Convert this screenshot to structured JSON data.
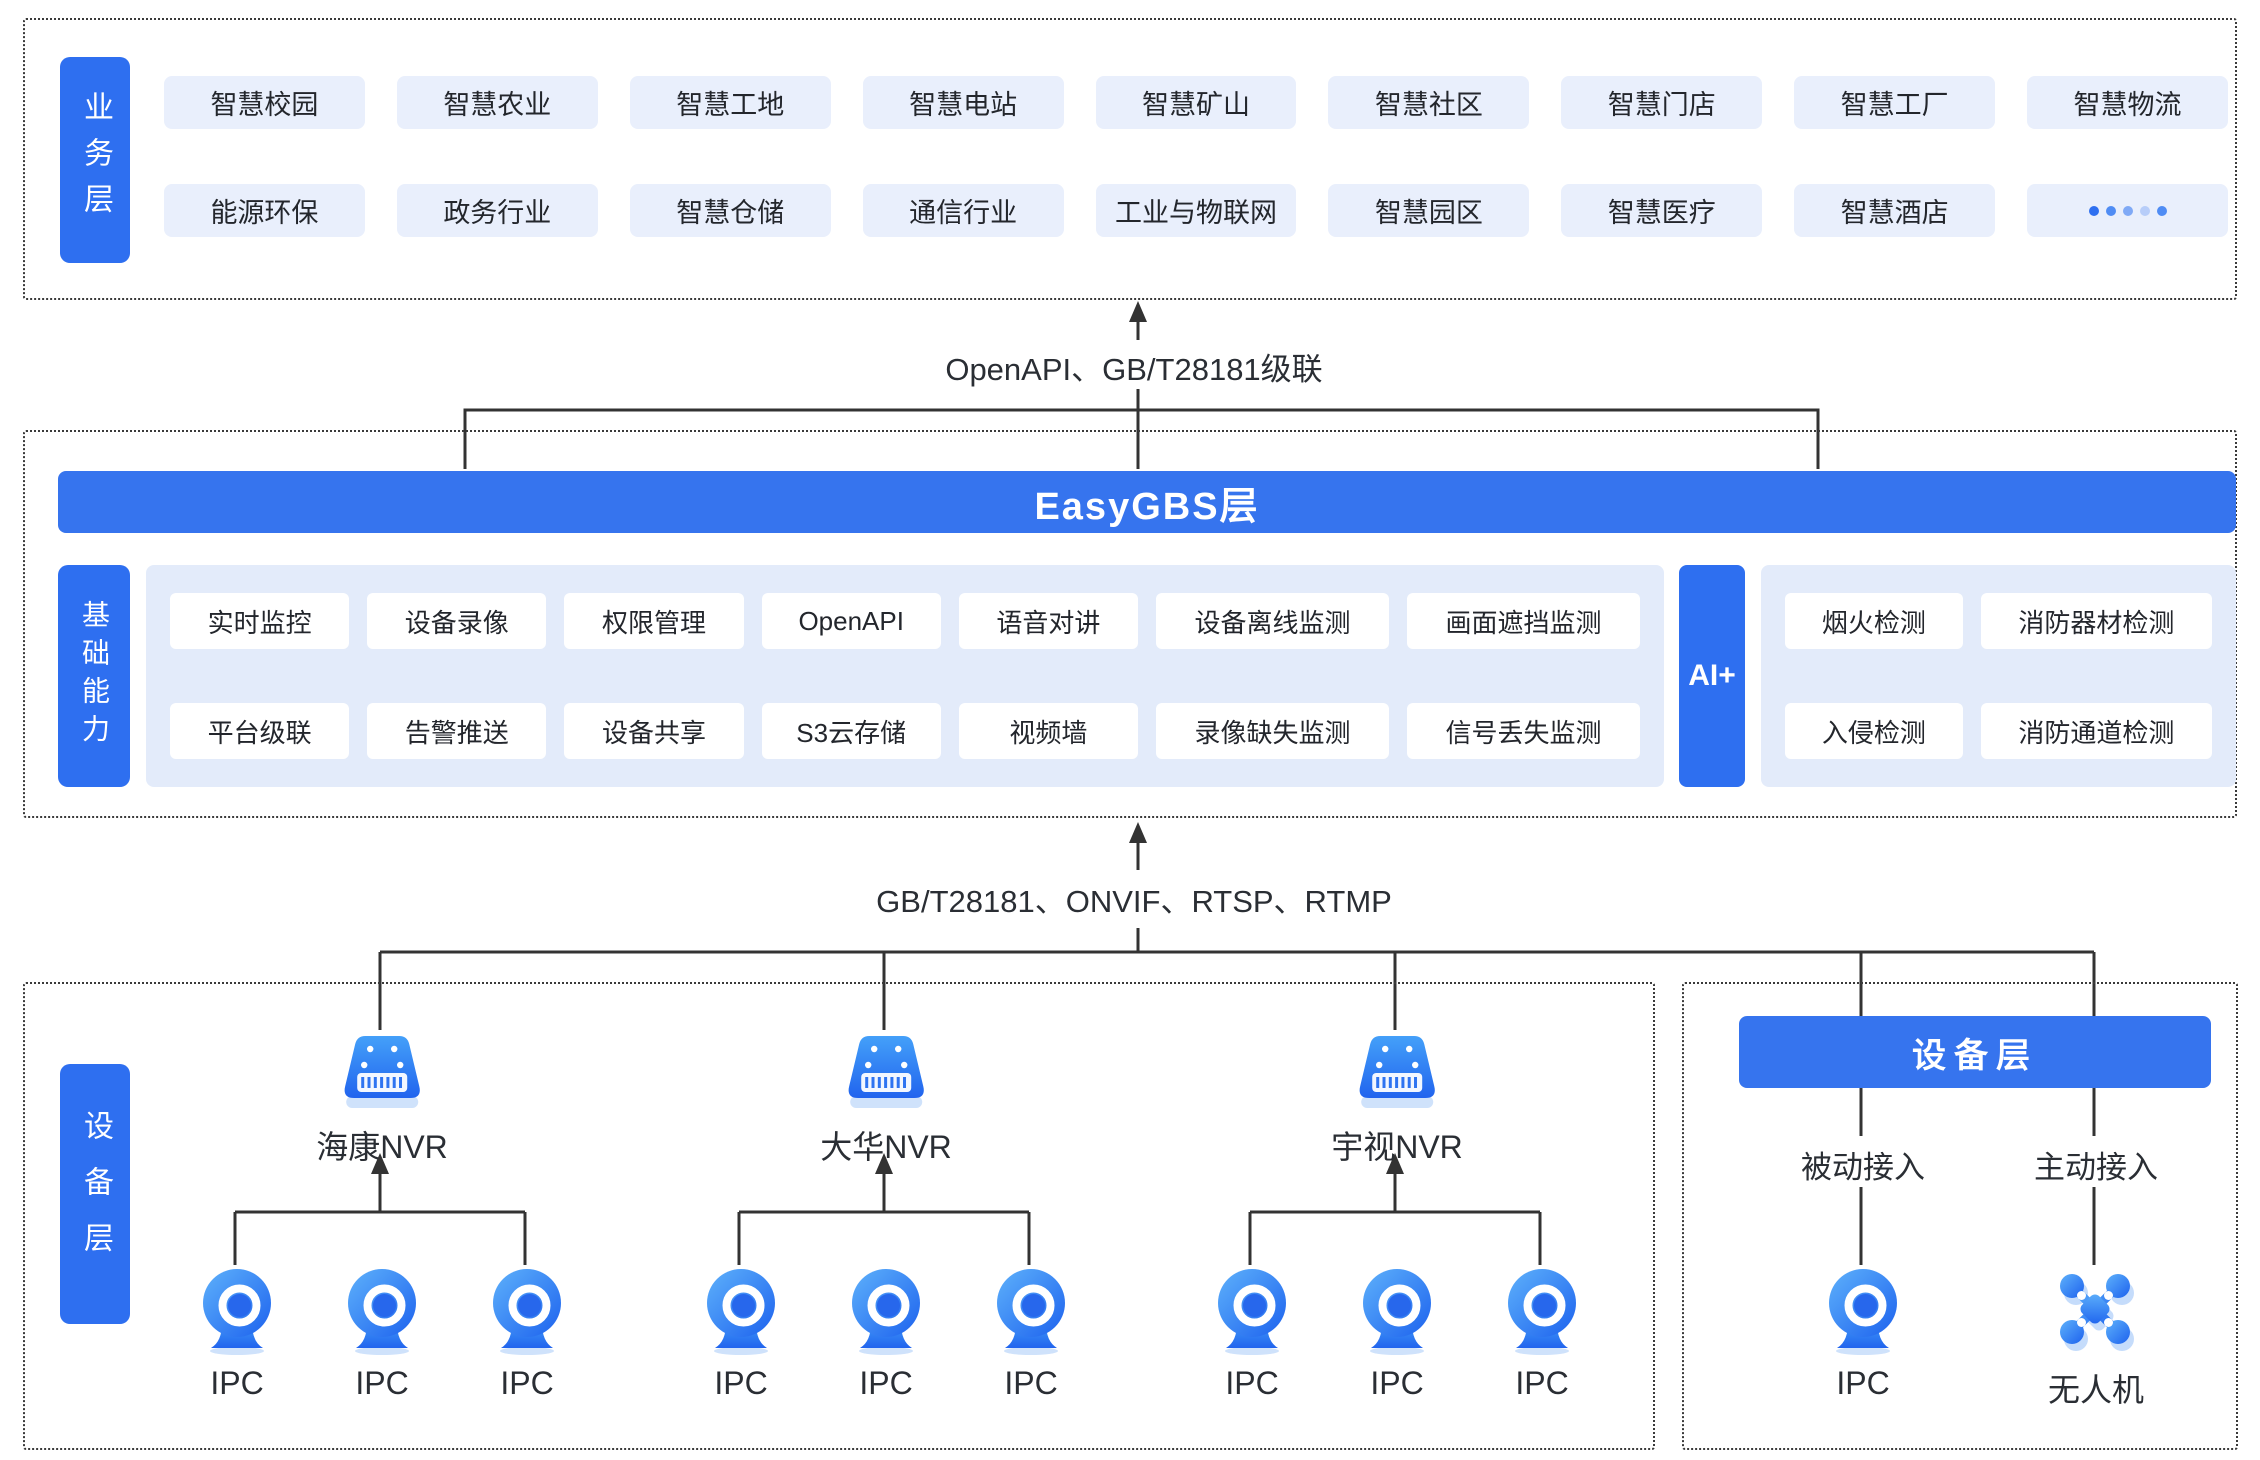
{
  "colors": {
    "accent": "#2e6ff0",
    "bar_blue": "#3674ee",
    "chip_bg": "#e9effc",
    "panel_bg": "#e3ebfa",
    "line": "#333333",
    "text_dark": "#23262c"
  },
  "business_layer": {
    "label": "业务层",
    "row1": [
      "智慧校园",
      "智慧农业",
      "智慧工地",
      "智慧电站",
      "智慧矿山",
      "智慧社区",
      "智慧门店",
      "智慧工厂",
      "智慧物流"
    ],
    "row2": [
      "能源环保",
      "政务行业",
      "智慧仓储",
      "通信行业",
      "工业与物联网",
      "智慧园区",
      "智慧医疗",
      "智慧酒店"
    ],
    "more_icon": "ellipsis-dots-icon"
  },
  "link_top": {
    "label": "OpenAPI、GB/T28181级联"
  },
  "platform_layer": {
    "bar_label": "EasyGBS层",
    "side_label": "基础能力",
    "capabilities_row1": [
      "实时监控",
      "设备录像",
      "权限管理",
      "OpenAPI",
      "语音对讲",
      "设备离线监测",
      "画面遮挡监测"
    ],
    "capabilities_row2": [
      "平台级联",
      "告警推送",
      "设备共享",
      "S3云存储",
      "视频墙",
      "录像缺失监测",
      "信号丢失监测"
    ],
    "ai_label": "AI+",
    "ai_row1": [
      "烟火检测",
      "消防器材检测"
    ],
    "ai_row2": [
      "入侵检测",
      "消防通道检测"
    ]
  },
  "link_bottom": {
    "label": "GB/T28181、ONVIF、RTSP、RTMP"
  },
  "device_layer": {
    "side_label": "设备层",
    "groups": [
      {
        "name": "海康NVR",
        "cameras": [
          "IPC",
          "IPC",
          "IPC"
        ]
      },
      {
        "name": "大华NVR",
        "cameras": [
          "IPC",
          "IPC",
          "IPC"
        ]
      },
      {
        "name": "宇视NVR",
        "cameras": [
          "IPC",
          "IPC",
          "IPC"
        ]
      }
    ],
    "right_box": {
      "title": "设备层",
      "columns": [
        {
          "mode": "被动接入",
          "device": "IPC"
        },
        {
          "mode": "主动接入",
          "device": "无人机"
        }
      ]
    }
  }
}
